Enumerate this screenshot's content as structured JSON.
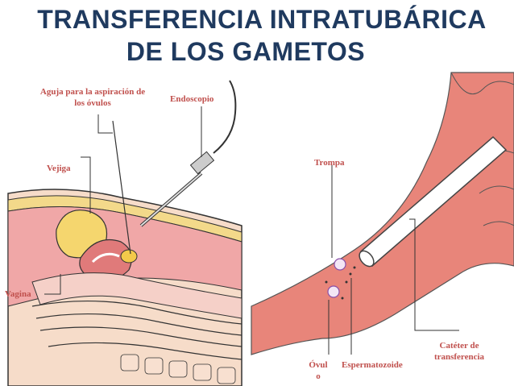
{
  "title": {
    "line1": "TRANSFERENCIA INTRATUBÁRICA",
    "line2": "DE LOS GAMETOS"
  },
  "labels": {
    "needle_line1": "Aguja para la aspiración de",
    "needle_line2": "los óvulos",
    "endoscope": "Endoscopio",
    "bladder": "Vejiga",
    "vagina": "Vagina",
    "tube": "Trompa",
    "ovum_line1": "Óvul",
    "ovum_line2": "o",
    "sperm": "Espermatozoide",
    "catheter_line1": "Catéter de",
    "catheter_line2": "transferencia"
  },
  "colors": {
    "title": "#1f3a5f",
    "label": "#c0504d",
    "tube_fill": "#e8857a",
    "tissue_light": "#f5d0c8",
    "tissue_pink": "#f0a7a7",
    "fat_yellow": "#f3d98a"
  }
}
